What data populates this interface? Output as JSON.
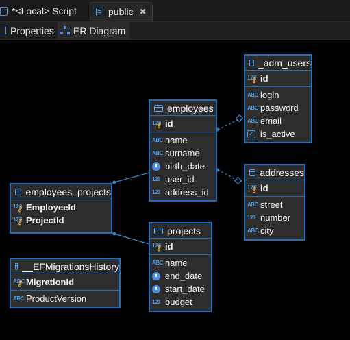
{
  "editor_tabs": [
    {
      "label": "*<Local> Script"
    },
    {
      "label": "public"
    }
  ],
  "sub_tabs": [
    {
      "label": "Properties"
    },
    {
      "label": "ER Diagram"
    }
  ],
  "tables": {
    "adm_users": {
      "title": "_adm_users",
      "pk": [
        {
          "name": "id",
          "type": "123"
        }
      ],
      "cols": [
        {
          "name": "login",
          "type": "ABC"
        },
        {
          "name": "password",
          "type": "ABC"
        },
        {
          "name": "email",
          "type": "ABC"
        },
        {
          "name": "is_active",
          "type": "check"
        }
      ]
    },
    "employees": {
      "title": "employees",
      "pk": [
        {
          "name": "id",
          "type": "123"
        }
      ],
      "cols": [
        {
          "name": "name",
          "type": "ABC"
        },
        {
          "name": "surname",
          "type": "ABC"
        },
        {
          "name": "birth_date",
          "type": "clock"
        },
        {
          "name": "user_id",
          "type": "123"
        },
        {
          "name": "address_id",
          "type": "123"
        }
      ]
    },
    "addresses": {
      "title": "addresses",
      "pk": [
        {
          "name": "id",
          "type": "123"
        }
      ],
      "cols": [
        {
          "name": "street",
          "type": "ABC"
        },
        {
          "name": "number",
          "type": "123"
        },
        {
          "name": "city",
          "type": "ABC"
        }
      ]
    },
    "employees_projects": {
      "title": "employees_projects",
      "pk": [
        {
          "name": "EmployeeId",
          "type": "123"
        },
        {
          "name": "ProjectId",
          "type": "123"
        }
      ]
    },
    "projects": {
      "title": "projects",
      "pk": [
        {
          "name": "id",
          "type": "123"
        }
      ],
      "cols": [
        {
          "name": "name",
          "type": "ABC"
        },
        {
          "name": "end_date",
          "type": "clock"
        },
        {
          "name": "start_date",
          "type": "clock"
        },
        {
          "name": "budget",
          "type": "123"
        }
      ]
    },
    "migrations": {
      "title": "__EFMigrationsHistory",
      "pk": [
        {
          "name": "MigrationId",
          "type": "ABC"
        }
      ],
      "cols": [
        {
          "name": "ProductVersion",
          "type": "ABC"
        }
      ]
    }
  },
  "colors": {
    "border": "#1f6fc0",
    "icon": "#4d9be6",
    "key": "#d9a64a",
    "connector": "#3a86c8"
  }
}
